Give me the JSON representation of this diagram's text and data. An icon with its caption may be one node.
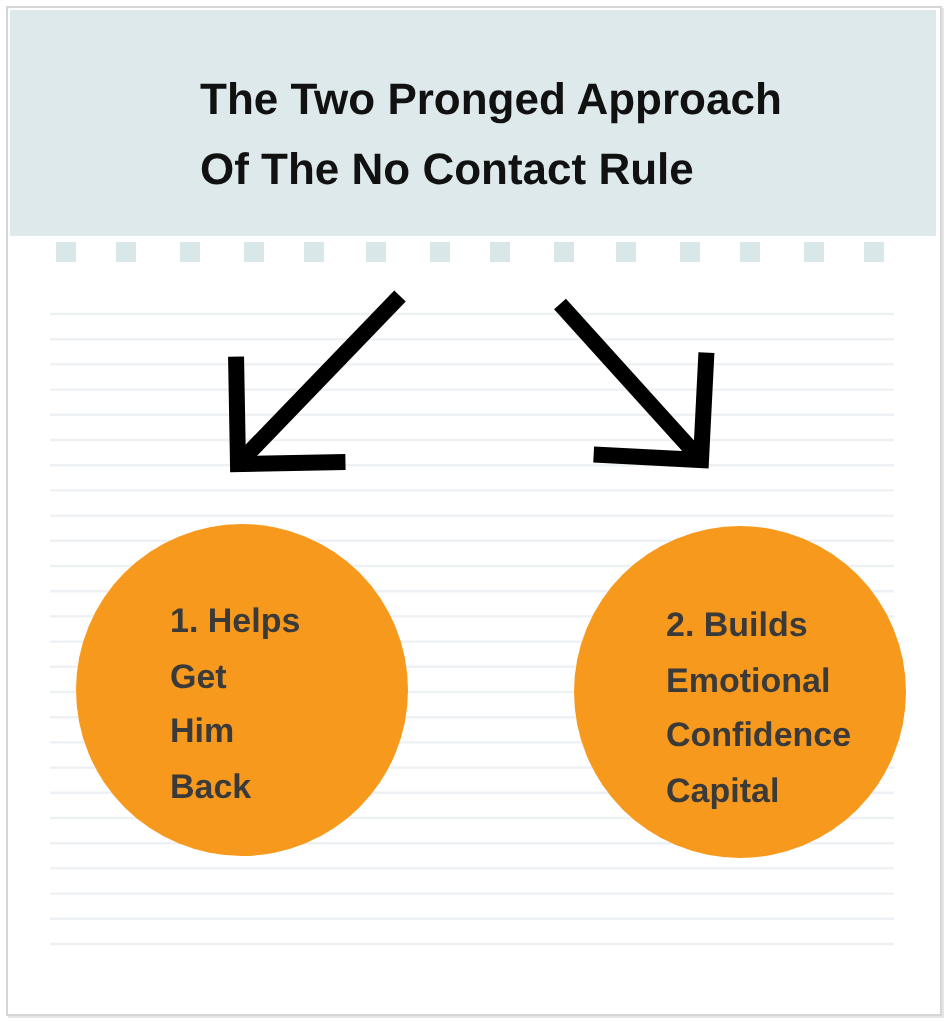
{
  "diagram": {
    "nodes": [
      {
        "text": [
          "The Two Pronged Approach Of The No Contact Rule"
        ]
      },
      {
        "text": [
          "1. Helps Get Him Back"
        ]
      },
      {
        "text": [
          "2. Builds Emotional Confidence Capital"
        ]
      }
    ],
    "edges": [
      {
        "from": 0,
        "to": 1,
        "arrow": "to"
      },
      {
        "from": 0,
        "to": 2,
        "arrow": "to"
      }
    ]
  }
}
